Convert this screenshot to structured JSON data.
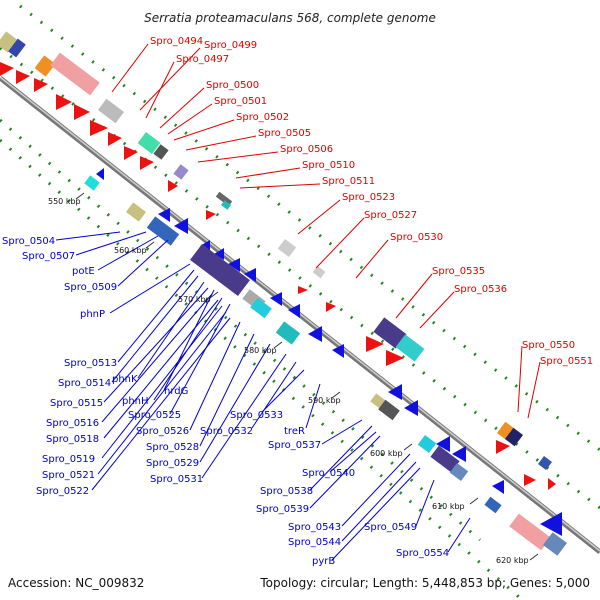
{
  "title": "Serratia proteamaculans 568, complete genome",
  "footer": {
    "accession": "Accession: NC_009832",
    "summary": "Topology: circular; Length: 5,448,853 bp; Genes: 5,000"
  },
  "colors": {
    "forward_gene": "#ee1111",
    "reverse_gene": "#1111dd",
    "label_red": "#e00000",
    "label_blue": "#0000cc",
    "backbone": "#888888",
    "dotted_track": "#228822"
  },
  "ticks": [
    "550 kbp",
    "560 kbp",
    "570 kbp",
    "580 kbp",
    "590 kbp",
    "600 kbp",
    "610 kbp",
    "620 kbp"
  ],
  "labels_forward": [
    "Spro_0494",
    "Spro_0499",
    "Spro_0497",
    "Spro_0500",
    "Spro_0501",
    "Spro_0502",
    "Spro_0505",
    "Spro_0506",
    "Spro_0510",
    "Spro_0511",
    "Spro_0523",
    "Spro_0527",
    "Spro_0530",
    "Spro_0535",
    "Spro_0536",
    "Spro_0550",
    "Spro_0551"
  ],
  "labels_reverse": [
    "Spro_0504",
    "Spro_0507",
    "potE",
    "Spro_0509",
    "phnP",
    "Spro_0513",
    "Spro_0514",
    "phnK",
    "nrdG",
    "Spro_0515",
    "phnH",
    "Spro_0525",
    "Spro_0516",
    "Spro_0526",
    "Spro_0518",
    "Spro_0528",
    "Spro_0519",
    "Spro_0529",
    "Spro_0521",
    "Spro_0531",
    "Spro_0522",
    "Spro_0532",
    "Spro_0533",
    "treR",
    "Spro_0537",
    "Spro_0540",
    "Spro_0538",
    "Spro_0539",
    "Spro_0543",
    "Spro_0544",
    "Spro_0549",
    "pyrB",
    "Spro_0554"
  ]
}
